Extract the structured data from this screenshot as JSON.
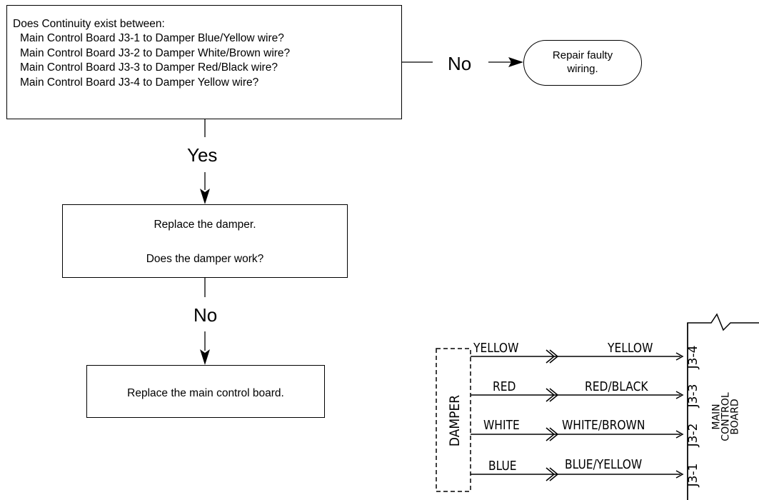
{
  "flowchart": {
    "question1": {
      "title": "Does Continuity exist between:",
      "lines": [
        "Main Control Board J3-1 to Damper Blue/Yellow wire?",
        "Main Control Board J3-2 to Damper White/Brown wire?",
        "Main Control Board J3-3 to Damper Red/Black wire?",
        "Main Control Board J3-4 to Damper Yellow wire?"
      ]
    },
    "no_label_1": "No",
    "terminal": {
      "line1": "Repair faulty",
      "line2": "wiring."
    },
    "yes_label": "Yes",
    "question2": {
      "line1": "Replace the damper.",
      "line2": "Does the damper work?"
    },
    "no_label_2": "No",
    "action": "Replace the main control board."
  },
  "wiring": {
    "damper_label": "DAMPER",
    "board_label_1": "MAIN",
    "board_label_2": "CONTROL",
    "board_label_3": "BOARD",
    "wires": [
      {
        "left": "YELLOW",
        "right": "YELLOW",
        "pin": "J3-4"
      },
      {
        "left": "RED",
        "right": "RED/BLACK",
        "pin": "J3-3"
      },
      {
        "left": "WHITE",
        "right": "WHITE/BROWN",
        "pin": "J3-2"
      },
      {
        "left": "BLUE",
        "right": "BLUE/YELLOW",
        "pin": "J3-1"
      }
    ]
  }
}
